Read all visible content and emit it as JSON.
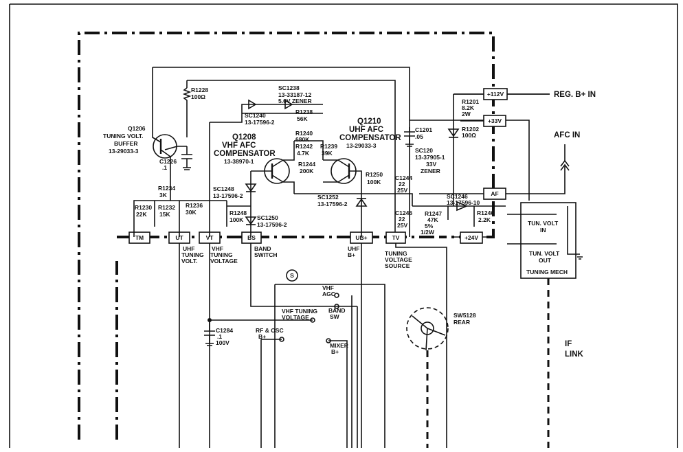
{
  "labels": {
    "reg_b_in": "REG. B+ IN",
    "afc_in": "AFC IN",
    "if_link": [
      "IF",
      "LINK"
    ],
    "q1206": [
      "Q1206",
      "TUNING VOLT.",
      "BUFFER",
      "13-29033-3"
    ],
    "q1208": [
      "Q1208",
      "VHF AFC",
      "COMPENSATOR",
      "13-38970-1"
    ],
    "q1210": [
      "Q1210",
      "UHF AFC",
      "COMPENSATOR",
      "13-29033-3"
    ],
    "r1228": [
      "R1228",
      "100Ω"
    ],
    "sc1238": [
      "SC1238",
      "13-33187-12",
      "5.6V ZENER"
    ],
    "sc1240": [
      "SC1240",
      "13-17596-2"
    ],
    "r1238": [
      "R1238",
      "56K"
    ],
    "r1240": [
      "R1240",
      "680K"
    ],
    "r1242": [
      "R1242",
      "4.7K"
    ],
    "r1239": [
      "R1239",
      "39K"
    ],
    "r1244": [
      "R1244",
      "200K"
    ],
    "r1250": [
      "R1250",
      "100K"
    ],
    "c1201": [
      "C1201",
      ".05"
    ],
    "r1201": [
      "R1201",
      "8.2K",
      "2W"
    ],
    "r1202": [
      "R1202",
      "100Ω"
    ],
    "sc120": [
      "SC120",
      "13-37905-1",
      "33V",
      "ZENER"
    ],
    "c1226": [
      "C1226",
      ".1"
    ],
    "r1234": [
      "R1234",
      "3K"
    ],
    "r1230": [
      "R1230",
      "22K"
    ],
    "r1232": [
      "R1232",
      "15K"
    ],
    "r1236": [
      "R1236",
      "30K"
    ],
    "sc1248": [
      "SC1248",
      "13-17596-2"
    ],
    "r1248": [
      "R1248",
      "100K"
    ],
    "sc1250": [
      "SC1250",
      "13-17596-2"
    ],
    "sc1252": [
      "SC1252",
      "13-17596-2"
    ],
    "c1244": [
      "C1244",
      "22",
      "25V"
    ],
    "c1246": [
      "C1246",
      "22",
      "25V"
    ],
    "sc1246": [
      "SC1246",
      "13-17596-10"
    ],
    "r1247": [
      "R1247",
      "47K",
      "5%",
      "1/2W"
    ],
    "r1246": [
      "R1246",
      "2.2K"
    ],
    "c1284": [
      "C1284",
      ".1",
      "100V"
    ],
    "sw5128": [
      "SW5128",
      "REAR"
    ],
    "tuning_mech": [
      "TUN. VOLT",
      "IN",
      "TUN. VOLT",
      "OUT",
      "TUNING MECH"
    ],
    "connector_s": "S"
  },
  "terminals": {
    "tm": "TM",
    "ut": "UT",
    "vt": "VT",
    "bs": "BS",
    "ub": "UB+",
    "tv": "TV",
    "p24v": "+24V",
    "af": "AF",
    "p33v": "+33V",
    "p112v": "+112V"
  },
  "terminal_captions": {
    "ut": [
      "UHF",
      "TUNING",
      "VOLT."
    ],
    "vt": [
      "VHF",
      "TUNING",
      "VOLTAGE"
    ],
    "bs": [
      "BAND",
      "SWITCH"
    ],
    "ub": [
      "UHF",
      "B+"
    ],
    "tv": [
      "TUNING",
      "VOLTAGE",
      "SOURCE"
    ]
  },
  "connector_pins": {
    "vhf_agc": [
      "VHF",
      "AGC"
    ],
    "band_sw": [
      "BAND",
      "SW"
    ],
    "vhf_tuning_voltage": [
      "VHF TUNING",
      "VOLTAGE"
    ],
    "rf_osc": [
      "RF & OSC",
      "B+"
    ],
    "mixer": [
      "MIXER",
      "B+"
    ]
  }
}
